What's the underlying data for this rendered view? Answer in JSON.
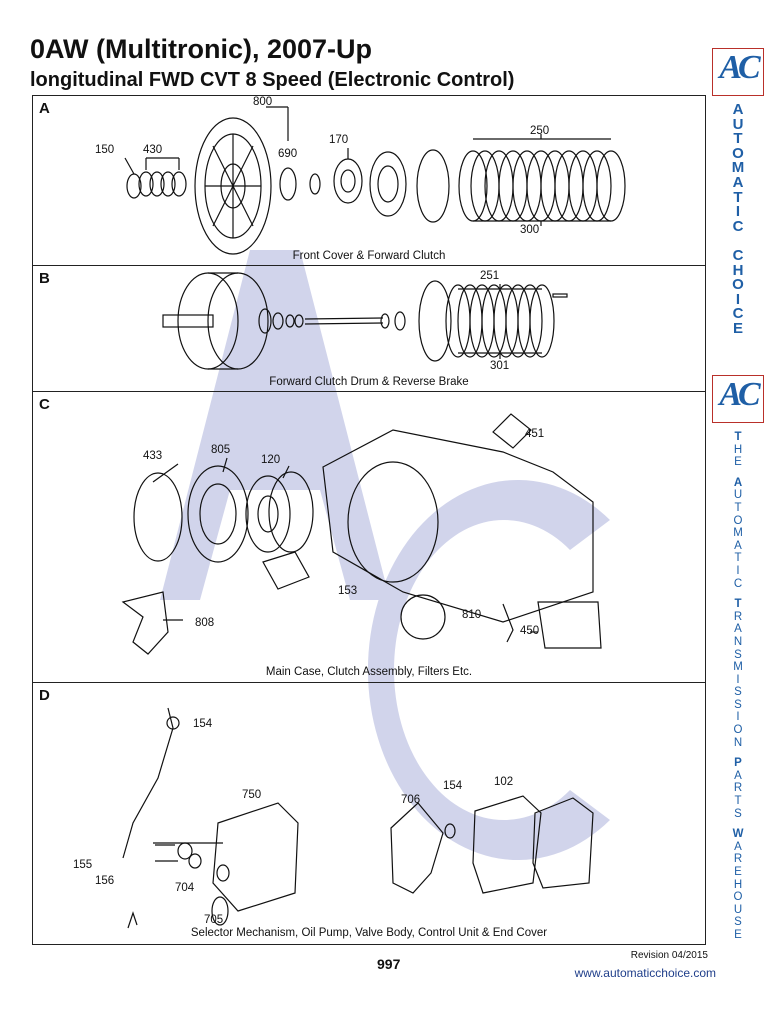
{
  "title": "0AW (Multitronic), 2007-Up",
  "subtitle": "longitudinal FWD CVT 8 Speed (Electronic Control)",
  "sections": [
    {
      "letter": "A",
      "caption": "Front Cover & Forward Clutch",
      "labels": [
        "800",
        "150",
        "430",
        "690",
        "170",
        "250",
        "300"
      ]
    },
    {
      "letter": "B",
      "caption": "Forward Clutch Drum & Reverse Brake",
      "labels": [
        "251",
        "301"
      ]
    },
    {
      "letter": "C",
      "caption": "Main Case, Clutch Assembly, Filters Etc.",
      "labels": [
        "433",
        "805",
        "120",
        "451",
        "153",
        "808",
        "810",
        "450"
      ]
    },
    {
      "letter": "D",
      "caption": "Selector Mechanism, Oil Pump, Valve Body, Control Unit & End Cover",
      "labels": [
        "154",
        "750",
        "706",
        "154",
        "102",
        "155",
        "156",
        "704",
        "705"
      ]
    }
  ],
  "sidebar": {
    "logo_letters": "AC",
    "word1": [
      "A",
      "U",
      "T",
      "O",
      "M",
      "A",
      "T",
      "I",
      "C",
      "",
      "C",
      "H",
      "O",
      "I",
      "C",
      "E"
    ],
    "word2": [
      "T",
      "H",
      "E",
      "",
      "A",
      "U",
      "T",
      "O",
      "M",
      "A",
      "T",
      "I",
      "C",
      "",
      "T",
      "R",
      "A",
      "N",
      "S",
      "M",
      "I",
      "S",
      "S",
      "I",
      "O",
      "N",
      "",
      "P",
      "A",
      "R",
      "T",
      "S",
      "",
      "W",
      "A",
      "R",
      "E",
      "H",
      "O",
      "U",
      "S",
      "E"
    ]
  },
  "footer": {
    "revision": "Revision 04/2015",
    "page_number": "997",
    "url": "www.automaticchoice.com"
  },
  "colors": {
    "brand_blue": "#1f5fa6",
    "brand_red": "#c0392b",
    "watermark": "#c9cde8"
  }
}
